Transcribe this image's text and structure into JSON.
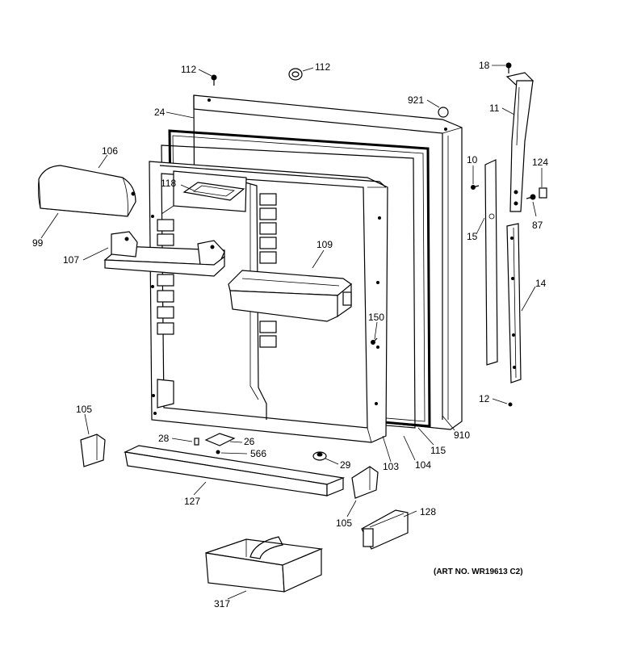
{
  "art_number": "(ART NO. WR19613 C2)",
  "labels": {
    "p112a": "112",
    "p112b": "112",
    "p18": "18",
    "p921": "921",
    "p24": "24",
    "p11": "11",
    "p106": "106",
    "p118": "118",
    "p10": "10",
    "p124": "124",
    "p99": "99",
    "p107": "107",
    "p109": "109",
    "p15": "15",
    "p87": "87",
    "p14": "14",
    "p150": "150",
    "p12": "12",
    "p105a": "105",
    "p28": "28",
    "p26": "26",
    "p566": "566",
    "p29": "29",
    "p103": "103",
    "p104": "104",
    "p115": "115",
    "p910": "910",
    "p127": "127",
    "p105b": "105",
    "p128": "128",
    "p317": "317"
  }
}
